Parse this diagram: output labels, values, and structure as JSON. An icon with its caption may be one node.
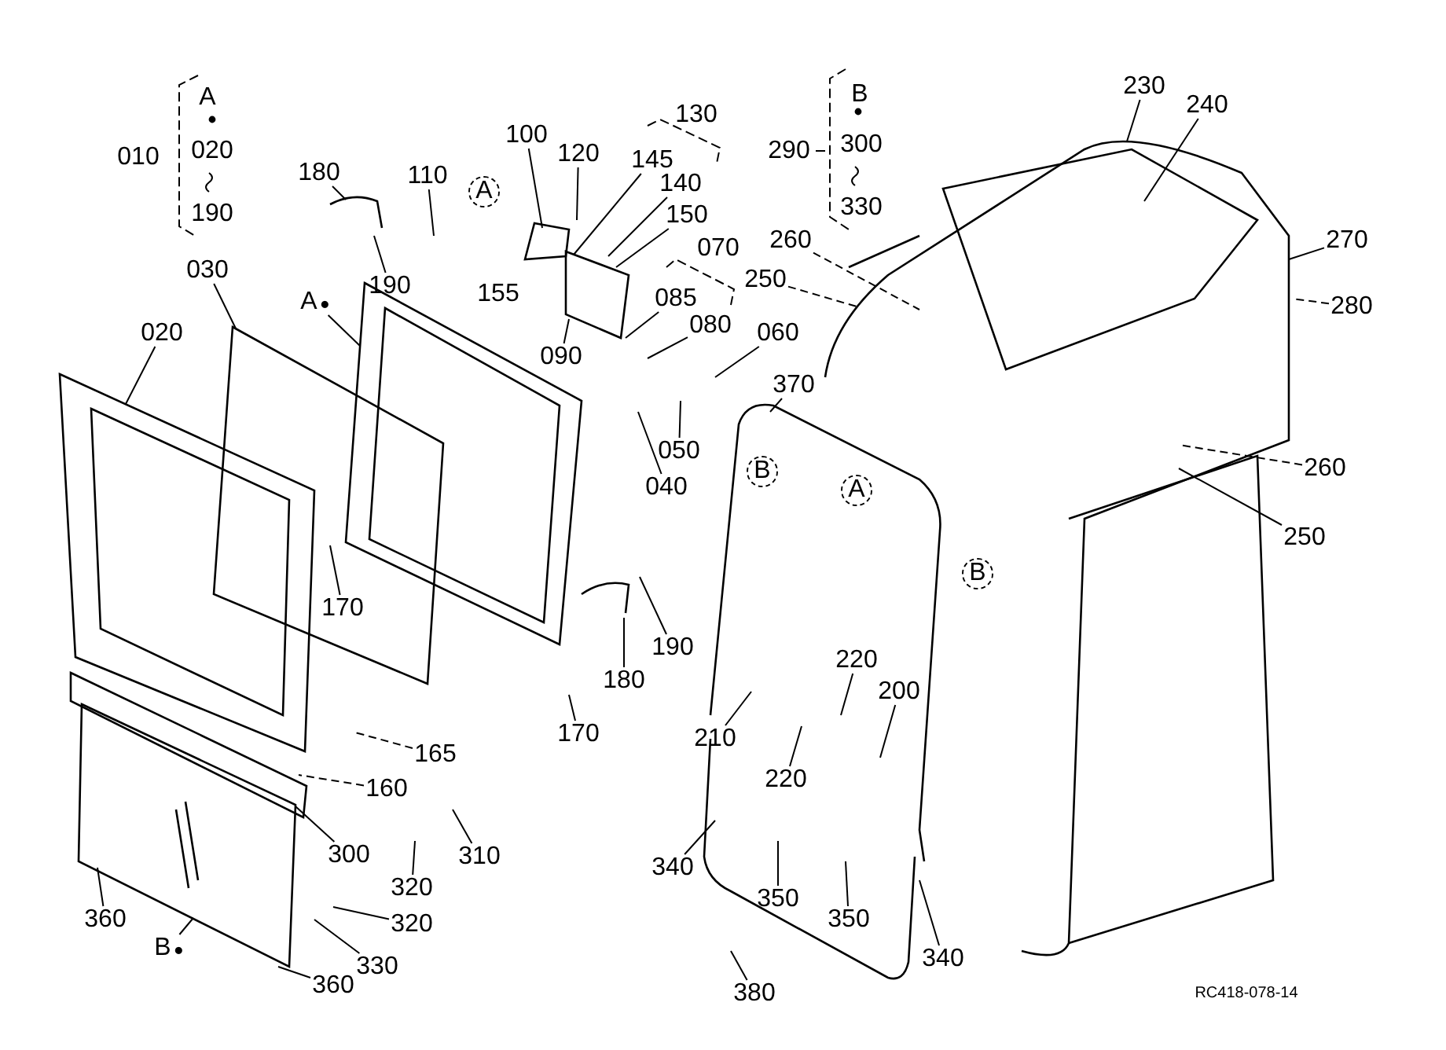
{
  "diagram": {
    "nodes": [
      {
        "text": [
          "180"
        ]
      },
      {
        "text": [
          "110"
        ]
      },
      {
        "text": [
          "100"
        ]
      },
      {
        "text": [
          "120"
        ]
      },
      {
        "text": [
          "145"
        ]
      },
      {
        "text": [
          "140"
        ]
      },
      {
        "text": [
          "150"
        ]
      },
      {
        "text": [
          "190"
        ]
      },
      {
        "text": [
          "085"
        ]
      },
      {
        "text": [
          "080"
        ]
      },
      {
        "text": [
          "060"
        ]
      },
      {
        "text": [
          "090"
        ]
      },
      {
        "text": [
          "030"
        ]
      },
      {
        "text": [
          "020"
        ]
      },
      {
        "text": [
          "A"
        ]
      },
      {
        "text": [
          "370"
        ]
      },
      {
        "text": [
          "040"
        ]
      },
      {
        "text": [
          "050"
        ]
      },
      {
        "text": [
          "170"
        ]
      },
      {
        "text": [
          "190"
        ]
      },
      {
        "text": [
          "180"
        ]
      },
      {
        "text": [
          "170"
        ]
      },
      {
        "text": [
          "165"
        ]
      },
      {
        "text": [
          "160"
        ]
      },
      {
        "text": [
          "300"
        ]
      },
      {
        "text": [
          "320"
        ]
      },
      {
        "text": [
          "310"
        ]
      },
      {
        "text": [
          "320"
        ]
      },
      {
        "text": [
          "330"
        ]
      },
      {
        "text": [
          "360"
        ]
      },
      {
        "text": [
          "B"
        ]
      },
      {
        "text": [
          "360"
        ]
      },
      {
        "text": [
          "230"
        ]
      },
      {
        "text": [
          "240"
        ]
      },
      {
        "text": [
          "260"
        ]
      },
      {
        "text": [
          "250"
        ]
      },
      {
        "text": [
          "270"
        ]
      },
      {
        "text": [
          "280"
        ]
      },
      {
        "text": [
          "260"
        ]
      },
      {
        "text": [
          "250"
        ]
      },
      {
        "text": [
          "220"
        ]
      },
      {
        "text": [
          "200"
        ]
      },
      {
        "text": [
          "210"
        ]
      },
      {
        "text": [
          "220"
        ]
      },
      {
        "text": [
          "340"
        ]
      },
      {
        "text": [
          "350"
        ]
      },
      {
        "text": [
          "350"
        ]
      },
      {
        "text": [
          "340"
        ]
      },
      {
        "text": [
          "380"
        ]
      }
    ],
    "edges": [
      {
        "from": 0,
        "to": null,
        "arrow": "none"
      },
      {
        "from": 1,
        "to": null,
        "arrow": "none"
      },
      {
        "from": 2,
        "to": null,
        "arrow": "none"
      },
      {
        "from": 3,
        "to": null,
        "arrow": "none"
      },
      {
        "from": 4,
        "to": null,
        "arrow": "none"
      },
      {
        "from": 5,
        "to": null,
        "arrow": "none"
      },
      {
        "from": 6,
        "to": null,
        "arrow": "none"
      },
      {
        "from": 7,
        "to": null,
        "arrow": "none"
      },
      {
        "from": 8,
        "to": null,
        "arrow": "none"
      },
      {
        "from": 9,
        "to": null,
        "arrow": "none"
      },
      {
        "from": 10,
        "to": null,
        "arrow": "none"
      },
      {
        "from": 11,
        "to": null,
        "arrow": "none"
      },
      {
        "from": 12,
        "to": null,
        "arrow": "none"
      },
      {
        "from": 13,
        "to": null,
        "arrow": "none"
      },
      {
        "from": 14,
        "to": null,
        "arrow": "none"
      },
      {
        "from": 15,
        "to": null,
        "arrow": "none"
      },
      {
        "from": 16,
        "to": null,
        "arrow": "none"
      },
      {
        "from": 17,
        "to": null,
        "arrow": "none"
      },
      {
        "from": 18,
        "to": null,
        "arrow": "none"
      },
      {
        "from": 19,
        "to": null,
        "arrow": "none"
      },
      {
        "from": 20,
        "to": null,
        "arrow": "none"
      },
      {
        "from": 21,
        "to": null,
        "arrow": "none"
      },
      {
        "from": 22,
        "to": null,
        "arrow": "none",
        "style": "dashed"
      },
      {
        "from": 23,
        "to": null,
        "arrow": "none",
        "style": "dashed"
      },
      {
        "from": 24,
        "to": null,
        "arrow": "none"
      },
      {
        "from": 25,
        "to": null,
        "arrow": "none"
      },
      {
        "from": 26,
        "to": null,
        "arrow": "none"
      },
      {
        "from": 27,
        "to": null,
        "arrow": "none"
      },
      {
        "from": 28,
        "to": null,
        "arrow": "none"
      },
      {
        "from": 29,
        "to": null,
        "arrow": "none"
      },
      {
        "from": 30,
        "to": null,
        "arrow": "none"
      },
      {
        "from": 31,
        "to": null,
        "arrow": "none"
      },
      {
        "from": 32,
        "to": null,
        "arrow": "none"
      },
      {
        "from": 33,
        "to": null,
        "arrow": "none"
      },
      {
        "from": 34,
        "to": null,
        "arrow": "none",
        "style": "dashed"
      },
      {
        "from": 35,
        "to": null,
        "arrow": "none",
        "style": "dashed"
      },
      {
        "from": 36,
        "to": null,
        "arrow": "none"
      },
      {
        "from": 37,
        "to": null,
        "arrow": "none",
        "style": "dashed"
      },
      {
        "from": 38,
        "to": null,
        "arrow": "none",
        "style": "dashed"
      },
      {
        "from": 39,
        "to": null,
        "arrow": "none"
      },
      {
        "from": 40,
        "to": null,
        "arrow": "none"
      },
      {
        "from": 41,
        "to": null,
        "arrow": "none"
      },
      {
        "from": 42,
        "to": null,
        "arrow": "none"
      },
      {
        "from": 43,
        "to": null,
        "arrow": "none"
      },
      {
        "from": 44,
        "to": null,
        "arrow": "none"
      },
      {
        "from": 45,
        "to": null,
        "arrow": "none"
      },
      {
        "from": 46,
        "to": null,
        "arrow": "none"
      },
      {
        "from": 47,
        "to": null,
        "arrow": "none"
      },
      {
        "from": 48,
        "to": null,
        "arrow": "none"
      }
    ],
    "labels": [
      "A",
      "010",
      "020",
      "190",
      "130",
      "B",
      "290",
      "300",
      "330",
      "155",
      "070",
      "A",
      "B",
      "A",
      "B",
      "RC418-078-14"
    ]
  }
}
